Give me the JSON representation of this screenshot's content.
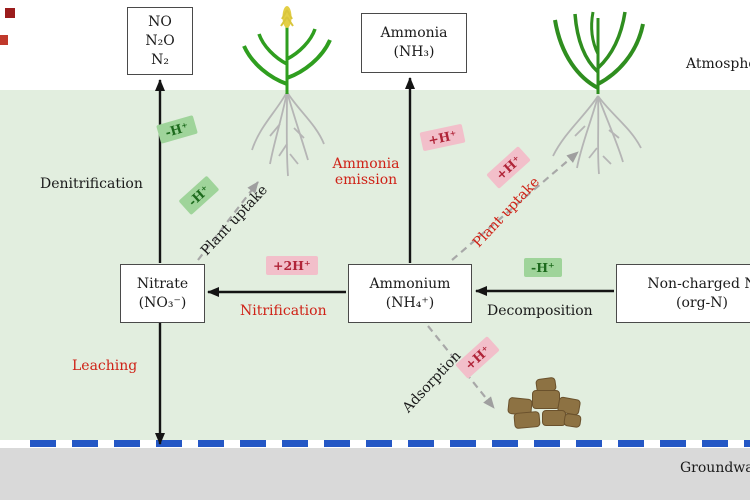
{
  "scene": {
    "atmosphere_label": "Atmosphere",
    "groundwater_label": "Groundwater"
  },
  "boxes": {
    "gases": {
      "line1": "NO",
      "line2": "N₂O",
      "line3": "N₂"
    },
    "ammonia": {
      "line1": "Ammonia",
      "line2": "(NH₃)"
    },
    "nitrate": {
      "line1": "Nitrate",
      "line2": "(NO₃⁻)"
    },
    "ammonium": {
      "line1": "Ammonium",
      "line2": "(NH₄⁺)"
    },
    "organic_n": {
      "line1": "Non-charged N",
      "line2": "(org-N)"
    }
  },
  "processes": {
    "denitrification": "Denitrification",
    "plant_uptake_left": "Plant uptake",
    "plant_uptake_right": "Plant uptake",
    "ammonia_emission_line1": "Ammonia",
    "ammonia_emission_line2": "emission",
    "nitrification": "Nitrification",
    "decomposition": "Decomposition",
    "adsorption": "Adsorption",
    "leaching": "Leaching"
  },
  "badges": {
    "denitrification_h": "-H⁺",
    "plant_uptake_left_h": "-H⁺",
    "ammonia_emission_h": "+H⁺",
    "plant_uptake_right_h": "+H⁺",
    "nitrification_h": "+2H⁺",
    "decomposition_h": "-H⁺",
    "adsorption_h": "+H⁺"
  },
  "colors": {
    "soil_fill": "#e2eedf",
    "groundwater_fill": "#d9d9d9",
    "water_table_line": "#2457c5",
    "badge_green": "#9fd49a",
    "badge_pink": "#f2bfca",
    "process_red": "#cf2217"
  }
}
